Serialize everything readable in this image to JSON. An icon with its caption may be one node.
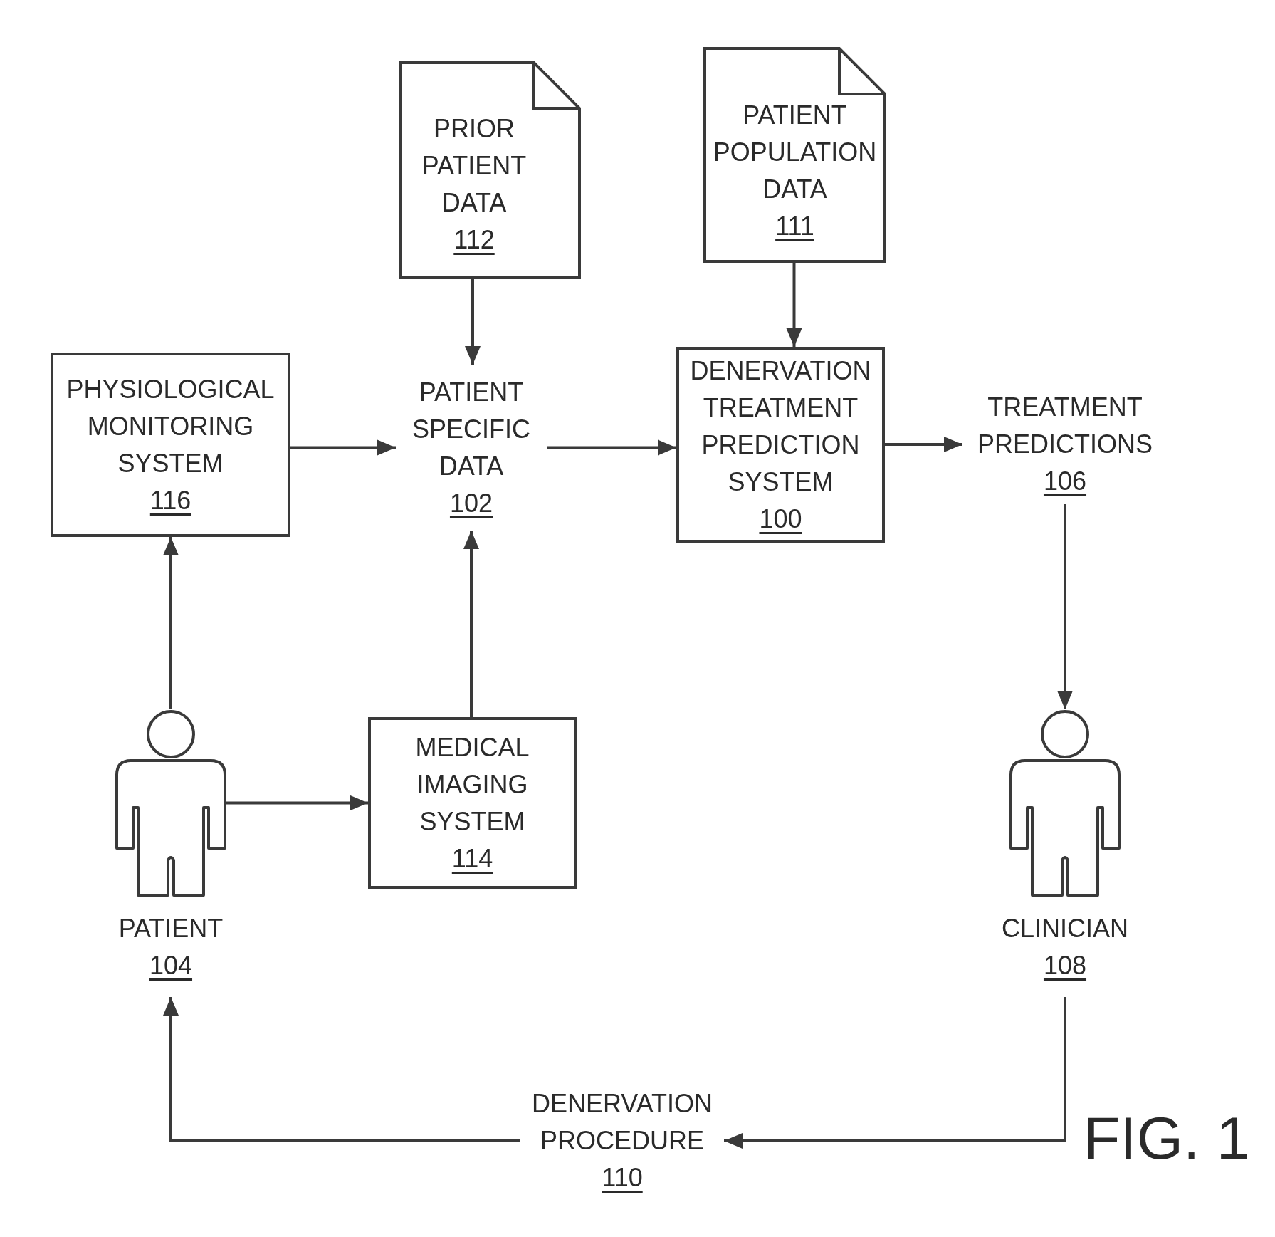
{
  "diagram": {
    "nodes": [
      {
        "text": [
          "PRIOR PATIENT DATA",
          "112"
        ]
      },
      {
        "text": [
          "PATIENT POPULATION DATA",
          "111"
        ]
      },
      {
        "text": [
          "PHYSIOLOGICAL MONITORING SYSTEM",
          "116"
        ]
      },
      {
        "text": [
          "PATIENT SPECIFIC DATA",
          "102"
        ]
      },
      {
        "text": [
          "DENERVATION TREATMENT PREDICTION SYSTEM",
          "100"
        ]
      },
      {
        "text": [
          "TREATMENT PREDICTIONS",
          "106"
        ]
      },
      {
        "text": [
          "PATIENT",
          "104"
        ]
      },
      {
        "text": [
          "MEDICAL IMAGING SYSTEM",
          "114"
        ]
      },
      {
        "text": [
          "CLINICIAN",
          "108"
        ]
      },
      {
        "text": [
          "DENERVATION PROCEDURE",
          "110"
        ]
      }
    ],
    "edges": [
      {
        "from": 0,
        "to": 3,
        "arrow": "to"
      },
      {
        "from": 1,
        "to": 4,
        "arrow": "to"
      },
      {
        "from": 2,
        "to": 3,
        "arrow": "to"
      },
      {
        "from": 3,
        "to": 4,
        "arrow": "to"
      },
      {
        "from": 4,
        "to": 5,
        "arrow": "to"
      },
      {
        "from": 5,
        "to": 8,
        "arrow": "to"
      },
      {
        "from": 6,
        "to": 2,
        "arrow": "to"
      },
      {
        "from": 6,
        "to": 7,
        "arrow": "to"
      },
      {
        "from": 7,
        "to": 3,
        "arrow": "to"
      },
      {
        "from": 8,
        "to": 9,
        "arrow": "to"
      },
      {
        "from": 9,
        "to": 6,
        "arrow": "to"
      }
    ],
    "labels": [
      "FIG. 1"
    ]
  }
}
